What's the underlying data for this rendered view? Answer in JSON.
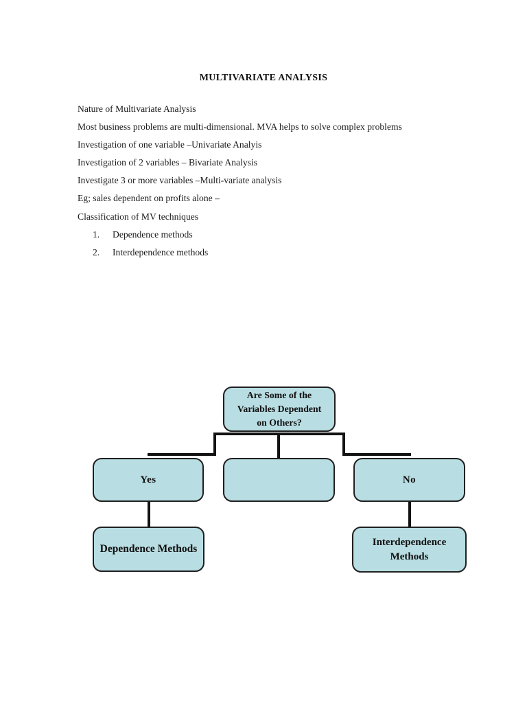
{
  "document": {
    "title": "MULTIVARIATE ANALYSIS",
    "lines": [
      "Nature of Multivariate Analysis",
      "Most business problems are multi-dimensional. MVA helps to solve complex problems",
      "Investigation of one variable –Univariate Analyis",
      "Investigation of 2 variables – Bivariate Analysis",
      "Investigate 3 or more variables –Multi-variate analysis",
      "Eg; sales dependent on profits alone –",
      "Classification of MV techniques"
    ],
    "list": [
      {
        "num": "1.",
        "text": "Dependence methods"
      },
      {
        "num": "2.",
        "text": "Interdependence methods"
      }
    ]
  },
  "flowchart": {
    "box_fill": "#b8dde2",
    "box_border": "#1f1f1f",
    "line_color": "#131313",
    "root_question": "Are Some of the Variables Dependent on Others?",
    "root_lines": [
      "Are Some of the",
      "Variables Dependent",
      "on Others?"
    ],
    "yes_label": "Yes",
    "middle_label": "",
    "no_label": "No",
    "dependence_label": "Dependence Methods",
    "interdependence_lines": [
      "Interdependence",
      "Methods"
    ]
  }
}
